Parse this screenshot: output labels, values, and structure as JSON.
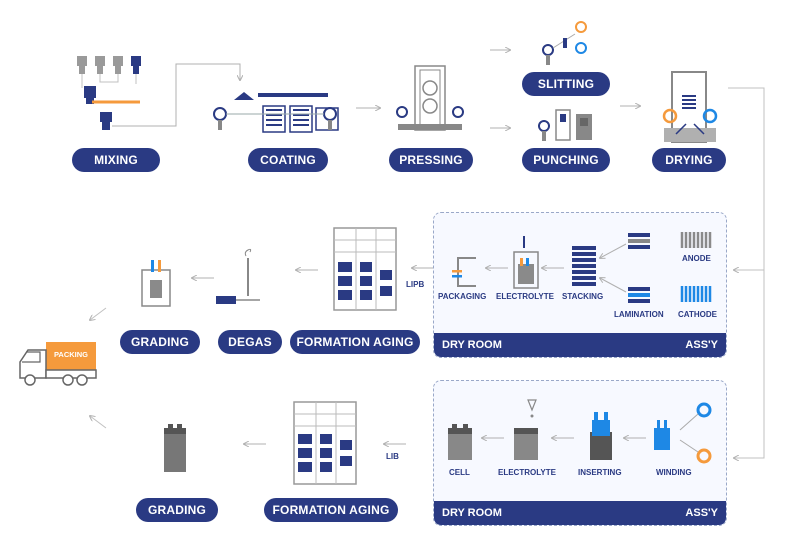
{
  "steps": {
    "mixing": "MIXING",
    "coating": "COATING",
    "pressing": "PRESSING",
    "slitting": "SLITTING",
    "punching": "PUNCHING",
    "drying": "DRYING",
    "grading_top": "GRADING",
    "degas": "DEGAS",
    "formation_aging_top": "FORMATION AGING",
    "grading_bottom": "GRADING",
    "formation_aging_bottom": "FORMATION AGING"
  },
  "dry_room_top": {
    "title": "DRY ROOM",
    "tag": "ASS'Y",
    "labels": {
      "packaging": "PACKAGING",
      "electrolyte": "ELECTROLYTE",
      "stacking": "STACKING",
      "lamination": "LAMINATION",
      "anode": "ANODE",
      "cathode": "CATHODE"
    }
  },
  "dry_room_bottom": {
    "title": "DRY ROOM",
    "tag": "ASS'Y",
    "labels": {
      "cell": "CELL",
      "electrolyte": "ELECTROLYTE",
      "inserting": "INSERTING",
      "winding": "WINDING"
    }
  },
  "line_labels": {
    "lipb": "LIPB",
    "lib": "LIB"
  },
  "truck": {
    "label": "PACKING"
  },
  "colors": {
    "navy": "#2a3a83",
    "orange": "#f59a3c",
    "blue": "#1e88e5",
    "gray": "#8a8a8a"
  }
}
